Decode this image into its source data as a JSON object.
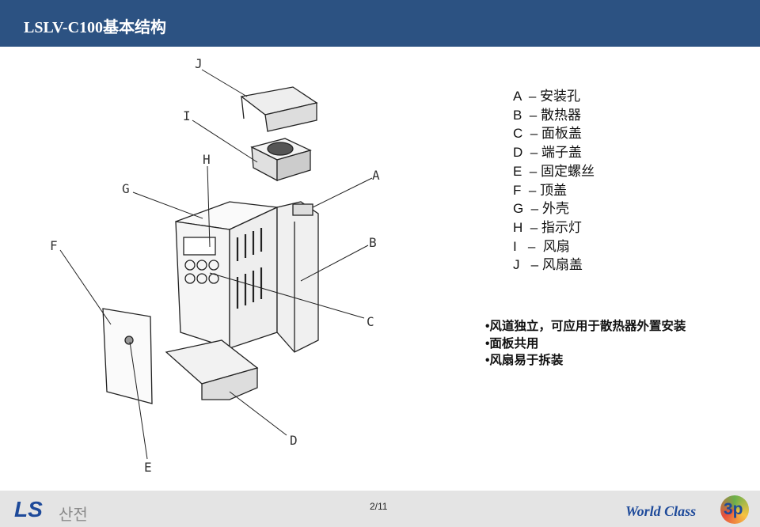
{
  "header": {
    "title": "LSLV-C100基本结构"
  },
  "legend": [
    "A  – 安装孔",
    "B  – 散热器",
    "C  – 面板盖",
    "D  – 端子盖",
    "E  – 固定螺丝",
    "F  – 顶盖",
    "G  – 外壳",
    "H  – 指示灯",
    "I   –  风扇",
    "J   – 风扇盖"
  ],
  "bullets": [
    "•风道独立，可应用于散热器外置安装",
    "•面板共用",
    "•风扇易于拆装"
  ],
  "diagram_labels": {
    "A": "A",
    "B": "B",
    "C": "C",
    "D": "D",
    "E": "E",
    "F": "F",
    "G": "G",
    "H": "H",
    "I": "I",
    "J": "J"
  },
  "footer": {
    "page": "2/11",
    "logo_left": "LS",
    "logo_left_ko": "산전",
    "logo_right": "World Class",
    "logo_right_badge": "3p"
  }
}
